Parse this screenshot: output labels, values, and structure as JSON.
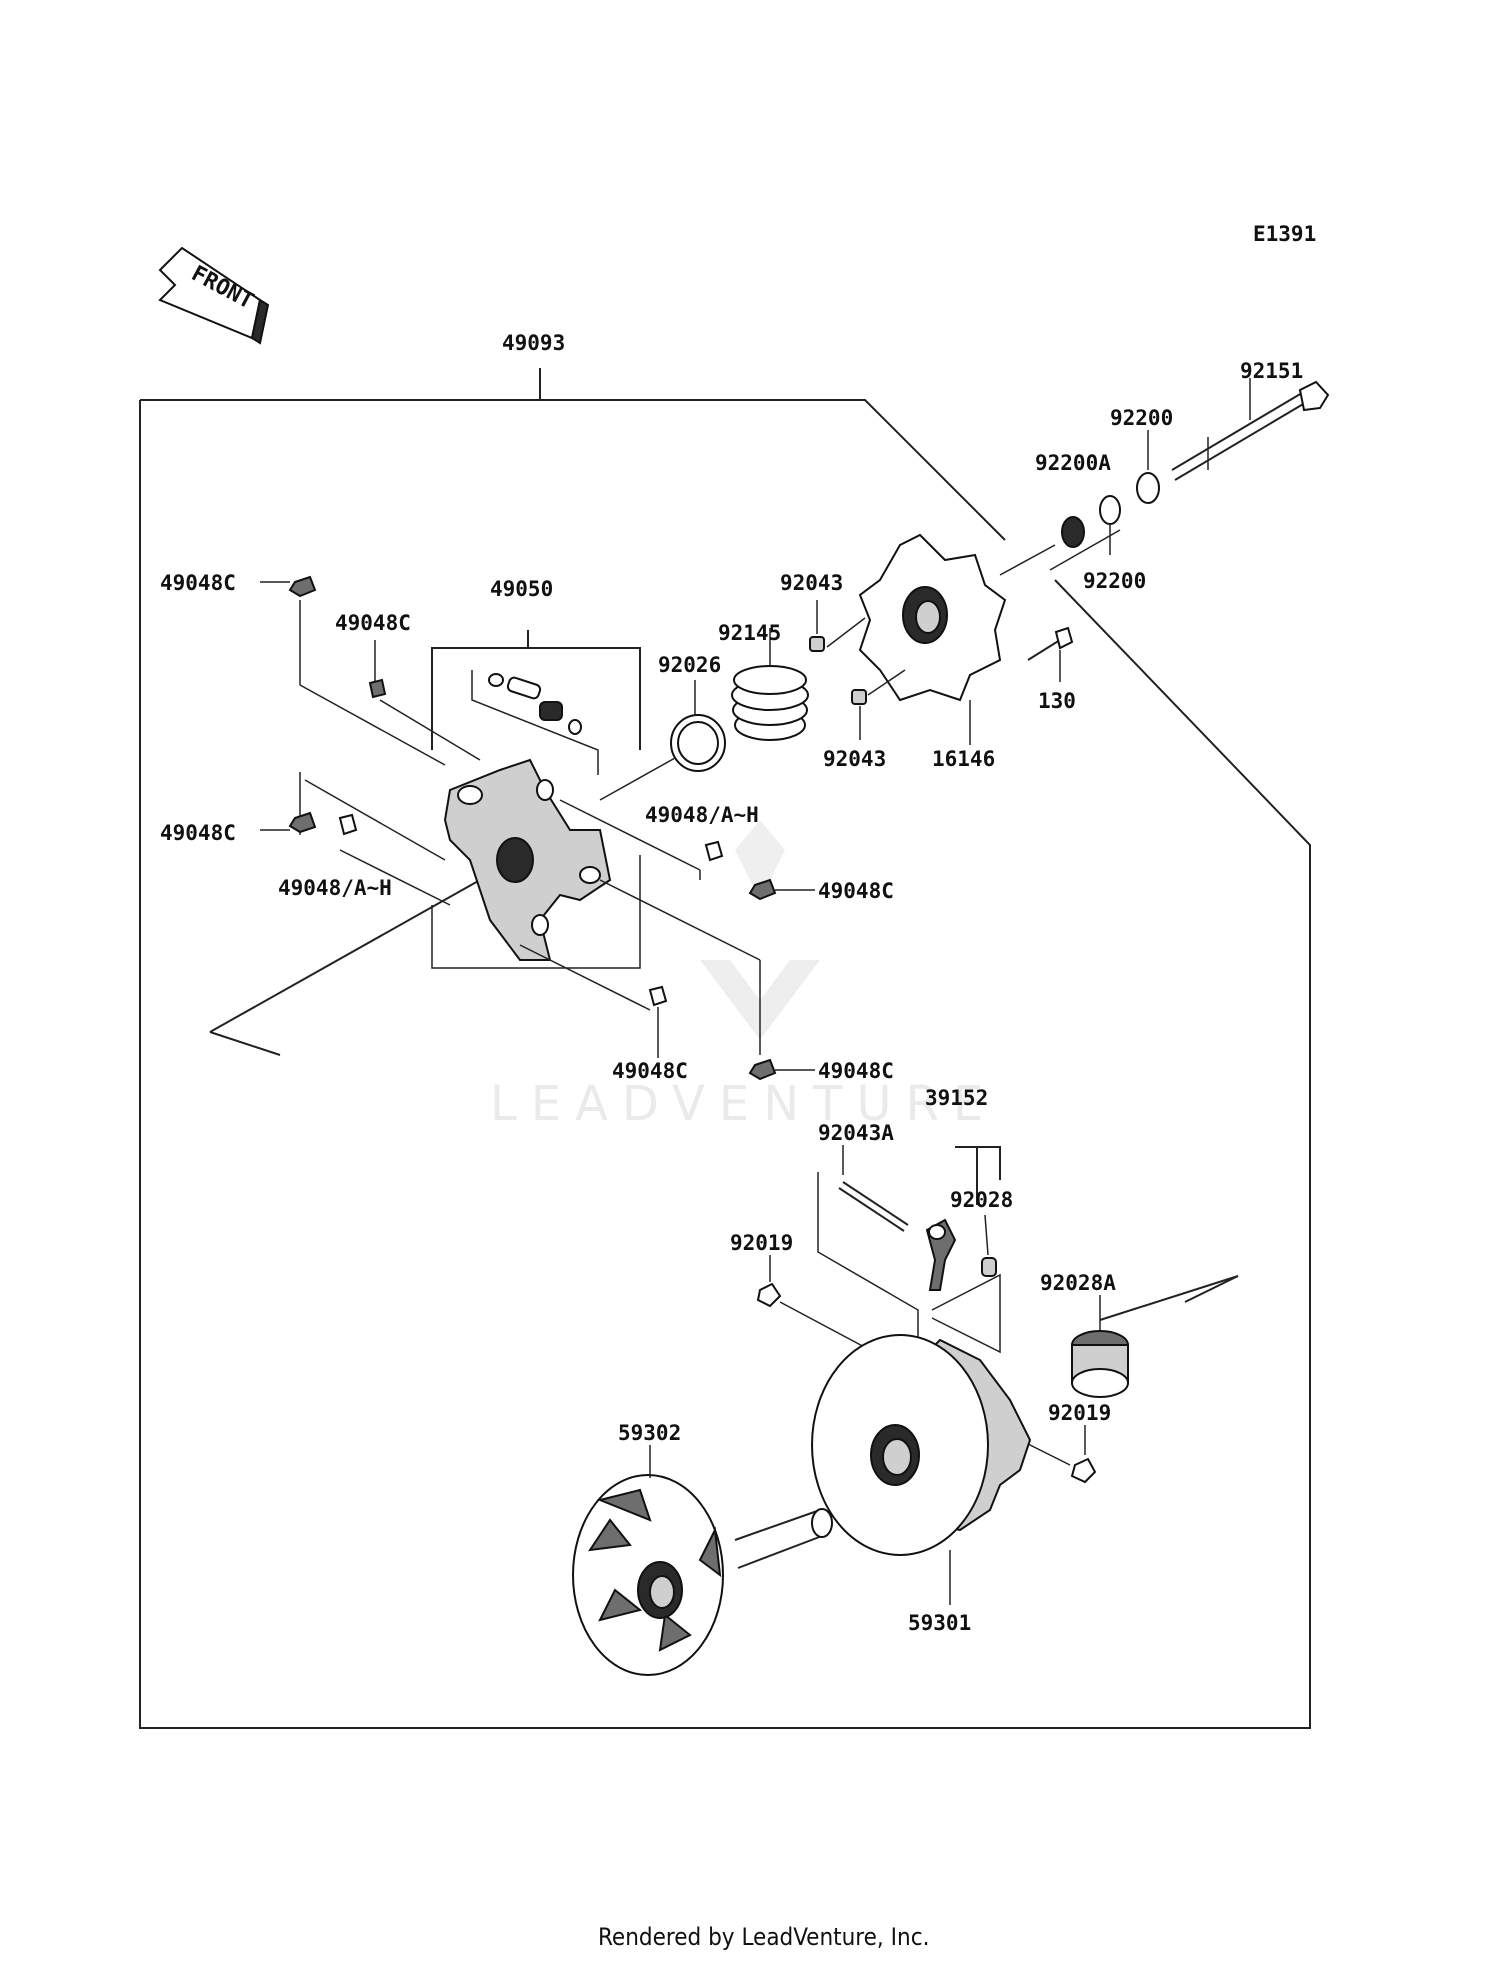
{
  "diagram": {
    "code": "E1391",
    "front_label": "FRONT",
    "watermark": "LEADVENTURE",
    "footer": "Rendered by LeadVenture, Inc.",
    "labels": {
      "p49093": "49093",
      "p92151": "92151",
      "p92200_top": "92200",
      "p92200A": "92200A",
      "p92200_bottom": "92200",
      "p49048C_top_left": "49048C",
      "p49050": "49050",
      "p49048C_upper": "49048C",
      "p92043_top": "92043",
      "p92145": "92145",
      "p92026": "92026",
      "p130": "130",
      "p92043_bottom": "92043",
      "p16146": "16146",
      "p49048AH_right": "49048/A~H",
      "p49048C_mid_left": "49048C",
      "p49048AH_left": "49048/A~H",
      "p49048C_mid_right": "49048C",
      "p49048C_lower": "49048C",
      "p49048C_lower_right": "49048C",
      "p39152": "39152",
      "p92043A": "92043A",
      "p92028": "92028",
      "p92019_left": "92019",
      "p92028A": "92028A",
      "p92019_right": "92019",
      "p59302": "59302",
      "p59301": "59301"
    }
  }
}
